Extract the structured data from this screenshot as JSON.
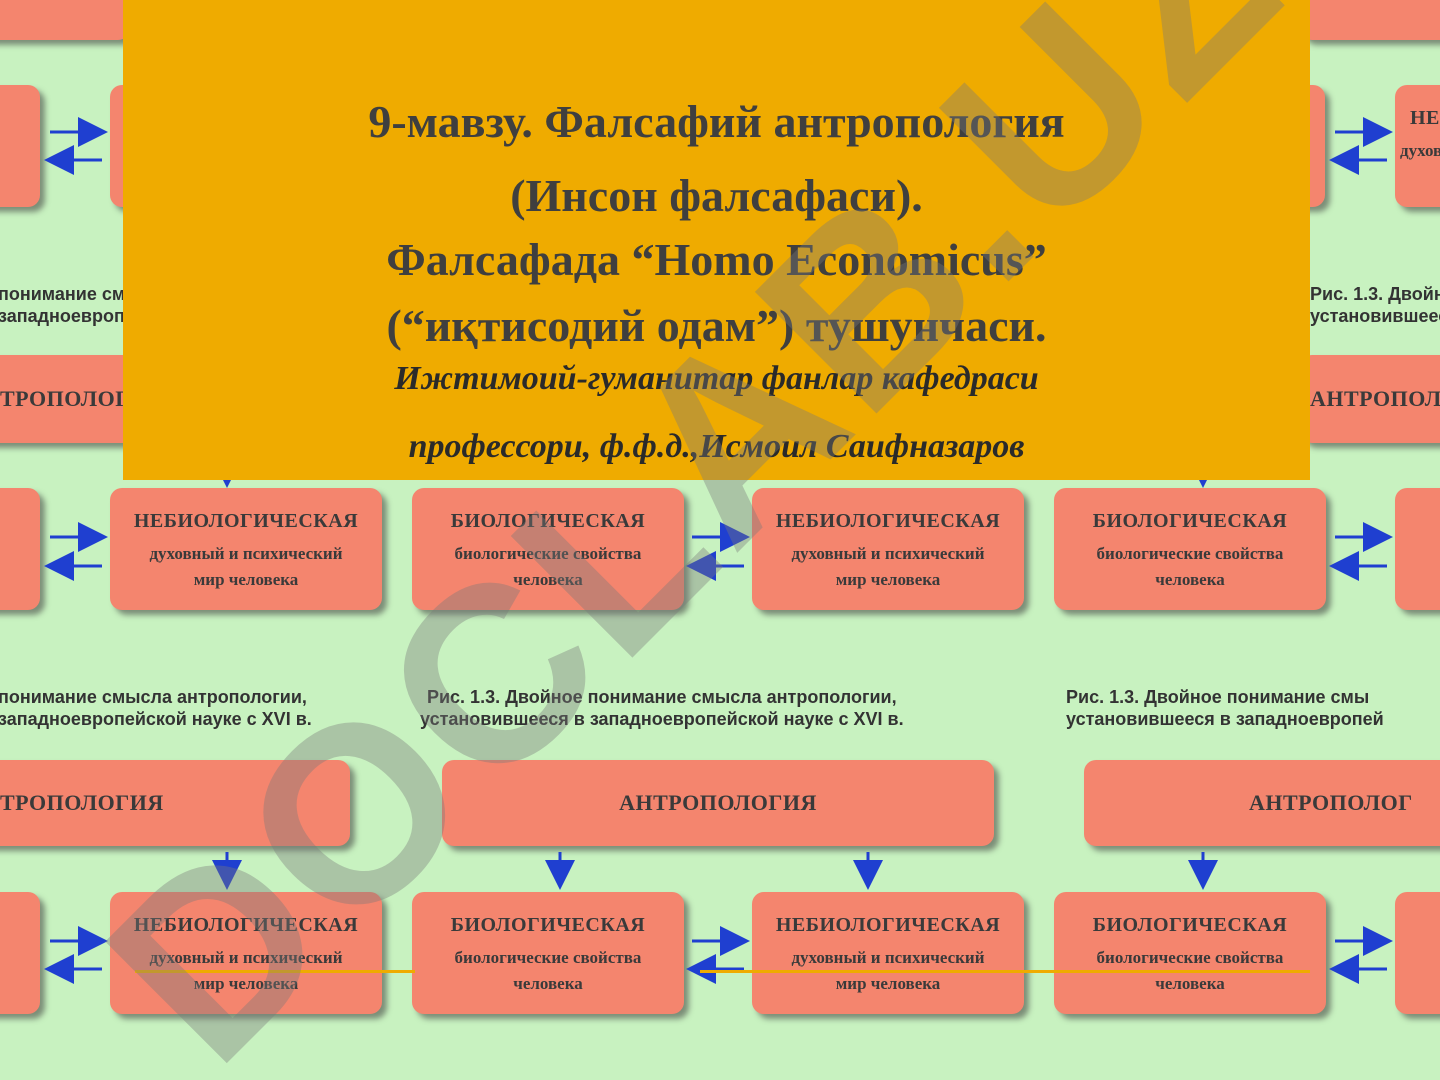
{
  "slide": {
    "title_lines": [
      "9-мавзу. Фалсафий антропология",
      "(Инсон фалсафаси).",
      "Фалсафада “Homo Economicus”",
      "(“иқтисодий одам”) тушунчаси."
    ],
    "subtitle_lines": [
      "Ижтимоий-гуманитар фанлар кафедраси",
      "профессори, ф.ф.д.,Исмоил Саифназаров"
    ]
  },
  "background": {
    "anthropology_label": "АНТРОПОЛОГИЯ",
    "anthropology_partial_left": "ТРОПОЛОГИЯ",
    "anthropology_partial_right": "АНТРОПОЛОГ",
    "nonbio_title": "НЕБИОЛОГИЧЕСКАЯ",
    "nonbio_line1": "духовный и психический",
    "nonbio_line2": "мир человека",
    "bio_title": "БИОЛОГИЧЕСКАЯ",
    "bio_line1": "биологические свойства",
    "bio_line2": "человека",
    "caption_line1": "Рис. 1.3. Двойное понимание смысла антропологии,",
    "caption_line2": "установившееся в западноевропейской науке с XVI в.",
    "caption_partial_left_1": "понимание смысла антропологии,",
    "caption_partial_left_2": "западноевропейской науке с XVI в.",
    "caption_partial_right_1": "Рис. 1.3. Двойное понимание смы",
    "caption_partial_right_2": "установившееся в западноевропей"
  },
  "watermark": {
    "text": "DOCLAB.UZ",
    "color": "#8a8a8a"
  },
  "colors": {
    "banner": "#efab00",
    "box": "#f4856e",
    "background": "#c8f2c0",
    "arrow": "#1f3fd0"
  }
}
